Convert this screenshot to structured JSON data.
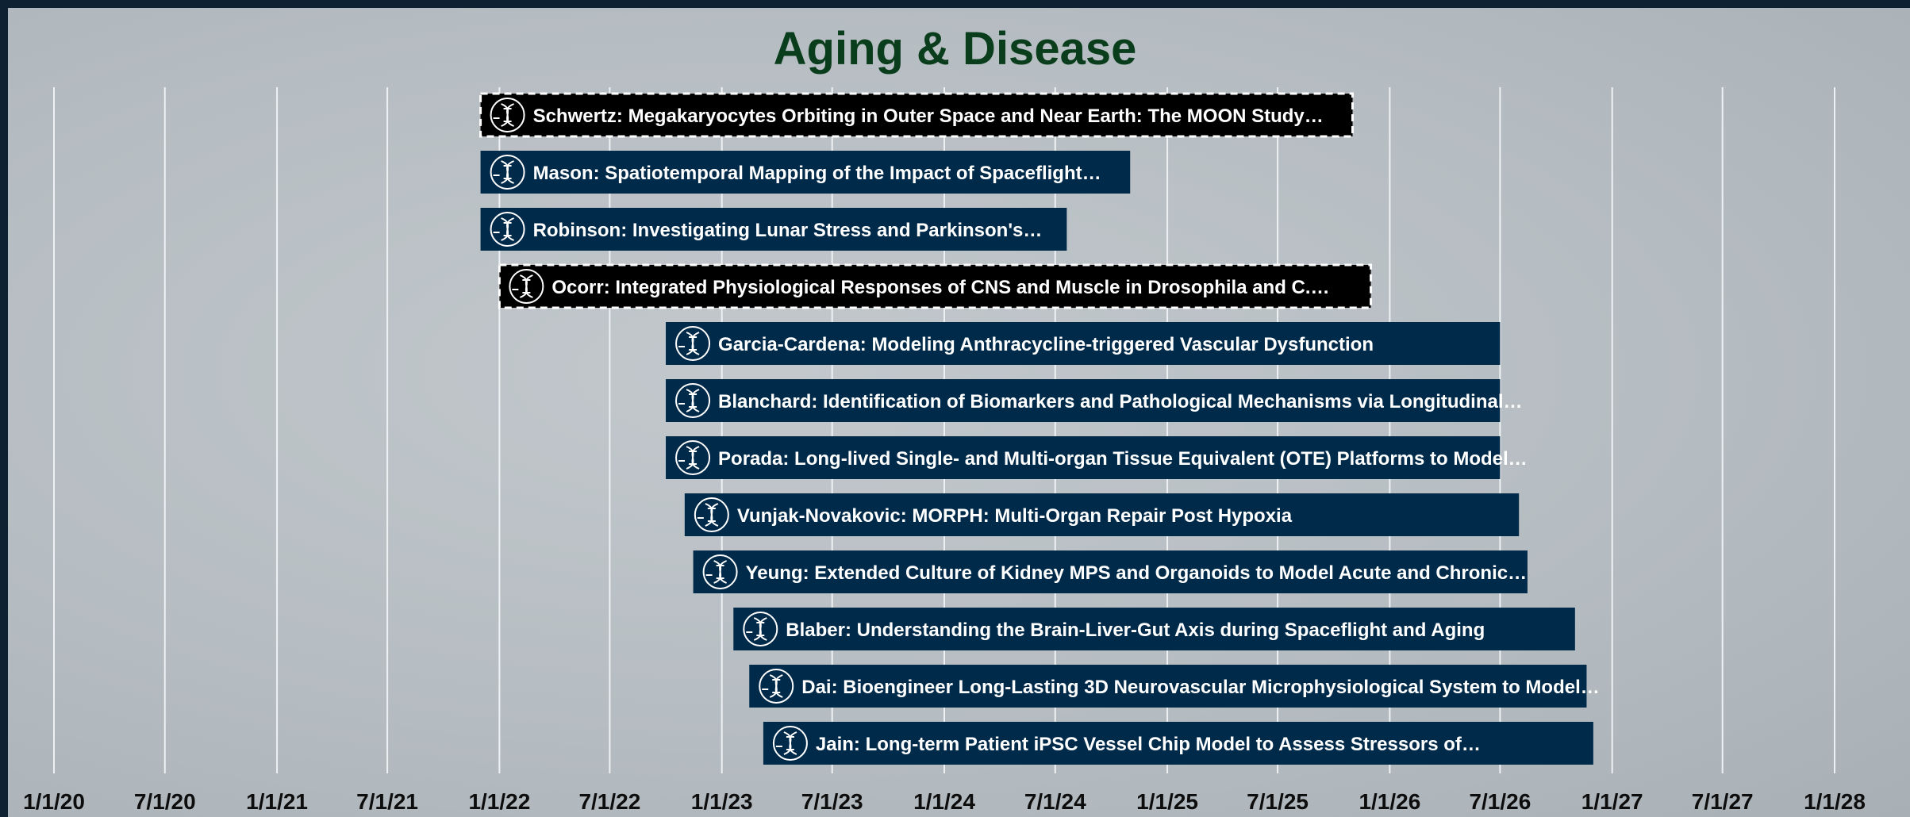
{
  "chart_data": {
    "type": "gantt",
    "title": "Aging & Disease",
    "x_tick_labels": [
      "1/1/20",
      "7/1/20",
      "1/1/21",
      "7/1/21",
      "1/1/22",
      "7/1/22",
      "1/1/23",
      "7/1/23",
      "1/1/24",
      "7/1/24",
      "1/1/25",
      "7/1/25",
      "1/1/26",
      "7/1/26",
      "1/1/27",
      "7/1/27",
      "1/1/28"
    ],
    "x_range": [
      "2019-11-01",
      "2028-03-01"
    ],
    "grid": "vertical",
    "tasks": [
      {
        "label": "Schwertz: Megakaryocytes Orbiting in Outer Space and Near Earth: The MOON Study…",
        "start": "2021-12-01",
        "end": "2025-11-01",
        "highlight": true
      },
      {
        "label": "Mason: Spatiotemporal Mapping of the Impact of Spaceflight…",
        "start": "2021-12-01",
        "end": "2024-11-01",
        "highlight": false
      },
      {
        "label": "Robinson: Investigating Lunar Stress and Parkinson's…",
        "start": "2021-12-01",
        "end": "2024-07-20",
        "highlight": false
      },
      {
        "label": "Ocorr: Integrated Physiological Responses of CNS and Muscle in Drosophila and C.…",
        "start": "2022-01-01",
        "end": "2025-12-01",
        "highlight": true
      },
      {
        "label": "Garcia-Cardena: Modeling Anthracycline-triggered Vascular Dysfunction",
        "start": "2022-10-01",
        "end": "2026-07-01",
        "highlight": false
      },
      {
        "label": "Blanchard: Identification of Biomarkers and Pathological Mechanisms via Longitudinal…",
        "start": "2022-10-01",
        "end": "2026-07-01",
        "highlight": false
      },
      {
        "label": "Porada: Long-lived Single- and Multi-organ Tissue Equivalent (OTE) Platforms to Model…",
        "start": "2022-10-01",
        "end": "2026-07-01",
        "highlight": false
      },
      {
        "label": "Vunjak-Novakovic: MORPH: Multi-Organ Repair Post Hypoxia",
        "start": "2022-11-01",
        "end": "2026-08-01",
        "highlight": false
      },
      {
        "label": "Yeung: Extended Culture of Kidney MPS and Organoids to Model Acute and Chronic…",
        "start": "2022-11-15",
        "end": "2026-08-15",
        "highlight": false
      },
      {
        "label": "Blaber: Understanding the Brain-Liver-Gut Axis during Spaceflight and Aging",
        "start": "2023-01-20",
        "end": "2026-11-01",
        "highlight": false
      },
      {
        "label": "Dai: Bioengineer Long-Lasting 3D Neurovascular Microphysiological System to Model…",
        "start": "2023-02-15",
        "end": "2026-11-20",
        "highlight": false
      },
      {
        "label": "Jain: Long-term Patient iPSC Vessel Chip Model to Assess Stressors of…",
        "start": "2023-03-10",
        "end": "2026-12-01",
        "highlight": false
      }
    ]
  },
  "colors": {
    "bar": "#002a4a",
    "highlight_bar": "#000000",
    "highlight_border": "#ffffff",
    "title": "#0a3d1c",
    "gridline": "#eef1f3",
    "tick_text": "#0d0d0d"
  },
  "icon": "dna-circle-icon"
}
